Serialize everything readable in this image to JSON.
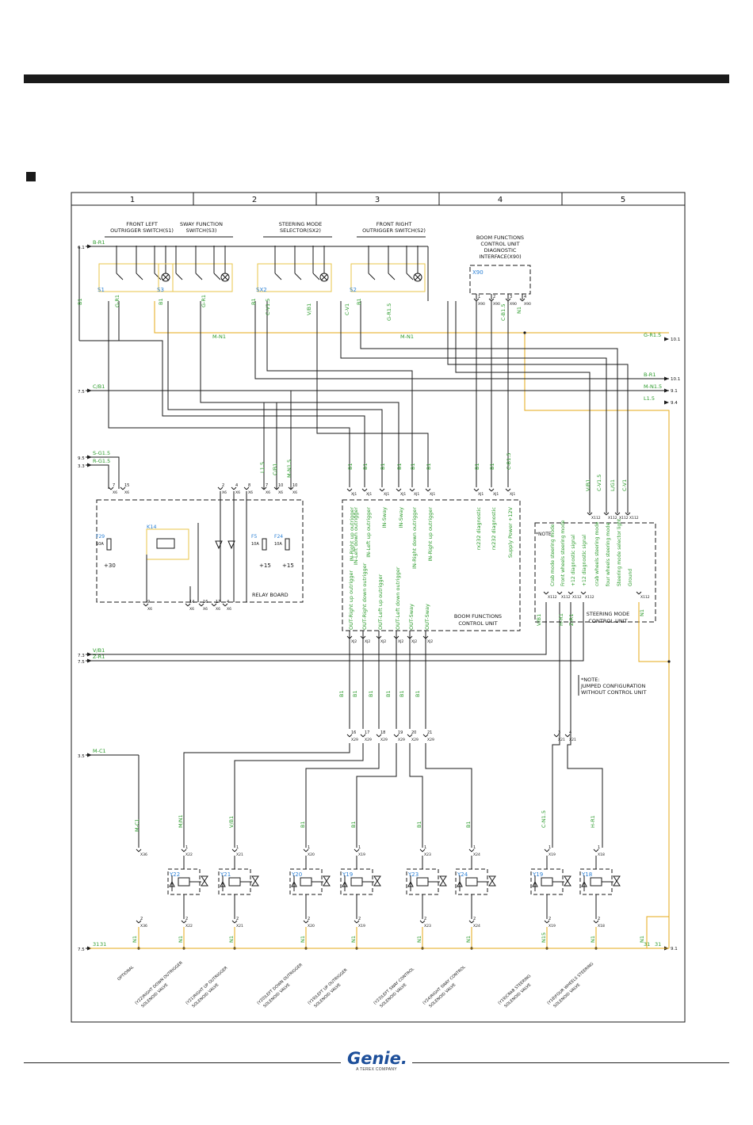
{
  "grid": {
    "columns": [
      "1",
      "2",
      "3",
      "4",
      "5"
    ]
  },
  "switches": [
    {
      "title1": "FRONT LEFT",
      "title2": "OUTRIGGER SWITCH(S1)",
      "tag": "S1"
    },
    {
      "title1": "SWAY FUNCTION",
      "title2": "SWITCH(S3)",
      "tag": "S3"
    },
    {
      "title1": "STEERING MODE",
      "title2": "SELECTOR(SX2)",
      "tag": "SX2"
    },
    {
      "title1": "FRONT RIGHT",
      "title2": "OUTRIGGER SWITCH(S2)",
      "tag": "S2"
    }
  ],
  "diag": {
    "l1": "BOOM FUNCTIONS",
    "l2": "CONTROL UNIT",
    "l3": "DIAGNOSTIC",
    "l4": "INTERFACE(X90)",
    "tag": "X90",
    "pins": [
      "1",
      "2",
      "3",
      "4"
    ],
    "conn": "X90"
  },
  "left_refs": [
    {
      "ref": "6.1",
      "wire": "B-R1"
    },
    {
      "ref": "7.5",
      "wire": "C/B1"
    },
    {
      "ref": "9.5",
      "wire": "S-G1.5"
    },
    {
      "ref": "3.3",
      "wire": "R-G1.5"
    },
    {
      "ref": "7.3",
      "wire": "V/B1"
    },
    {
      "ref": "7.5",
      "wire": "Z-R1"
    },
    {
      "ref": "3.5",
      "wire": "M-C1"
    },
    {
      "ref": "7.5",
      "wire": "31"
    }
  ],
  "right_refs": [
    {
      "ref": "10.1",
      "wire": "G-R1.5"
    },
    {
      "ref": "10.1",
      "wire": "B-R1"
    },
    {
      "ref": "9.1",
      "wire": "M-N1.5"
    },
    {
      "ref": "9.4",
      "wire": "L1.5"
    },
    {
      "ref": "9.1",
      "wire": "31"
    }
  ],
  "wire_labels": [
    "B1",
    "G-R1",
    "B1",
    "G-R1",
    "B1",
    "C-V1.5",
    "V/B1",
    "C-V1",
    "B1",
    "G-R1.5",
    "C-B1.5",
    "N1",
    "M-N1",
    "M-N1",
    "L1.5",
    "C/B1",
    "M-N1.5",
    "B1",
    "B1",
    "B1",
    "B1",
    "B1",
    "B1",
    "B1",
    "B1",
    "C-B1.5",
    "V/B1",
    "C-V1.5",
    "L/G1",
    "C-V1",
    "N1",
    "V/B1",
    "H-R1",
    "Z-R1",
    "B1",
    "B1",
    "B1",
    "B1",
    "M-C1",
    "M/N1",
    "V/B1",
    "B1",
    "B1",
    "B1",
    "B1",
    "C-N1.5",
    "H-R1",
    "N1",
    "N1",
    "N1",
    "N1",
    "N1",
    "N1",
    "N1",
    "N15",
    "N1",
    "N1",
    "31",
    "31",
    "L/G1",
    "L1.5"
  ],
  "relay_board": {
    "label": "RELAY BOARD",
    "relay": "K14",
    "fuses": [
      {
        "tag": "F29",
        "rating": "10A",
        "out": "+30"
      },
      {
        "tag": "F5",
        "rating": "10A",
        "out": "+15"
      },
      {
        "tag": "F24",
        "rating": "10A",
        "out": "+15"
      }
    ]
  },
  "boom_unit": {
    "l1": "BOOM FUNCTIONS",
    "l2": "CONTROL UNIT",
    "inputs": [
      "IN-Right up outrigger",
      "IN-Left down outrigger",
      "IN-Left up outrigger",
      "IN-Sway",
      "IN-Sway",
      "IN-Right down outrigger",
      "IN-Right up outrigger",
      "rx232 diagnostic",
      "rx232 diagnostic",
      "Supply Power +12V"
    ],
    "outputs": [
      "OUT-Right up outrigger",
      "OUT-Right down outrigger",
      "OUT-Left up outrigger",
      "OUT-Left down outrigger",
      "OUT-Sway",
      "OUT-Sway"
    ]
  },
  "steer_unit": {
    "l1": "STEERING MODE",
    "l2": "CONTROL UNIT",
    "note": "*NOTE",
    "signals": [
      "Crab mode steering mode",
      "Front wheels steering mode",
      "+12 diagnostic signal",
      "+12 diagnostic signal",
      "crab wheels steering mode",
      "four wheels steering mode",
      "Steering mode selector light",
      "Ground"
    ]
  },
  "jump_note": {
    "l1": "*NOTE:",
    "l2": "JUMPED CONFIGURATION",
    "l3": "WITHOUT CONTROL UNIT"
  },
  "valves": [
    {
      "tag": "Y22",
      "desc1": "(Y22)RIGHT DOWN OUTRIGGER",
      "desc2": "SOLENOID VALVE",
      "conn": "X22"
    },
    {
      "tag": "Y21",
      "desc1": "(Y21)RIGHT UP OUTRIGGER",
      "desc2": "SOLENOID VALVE",
      "conn": "X21"
    },
    {
      "tag": "Y20",
      "desc1": "(Y20)LEFT DOWN OUTRIGGER",
      "desc2": "SOLENOID VALVE",
      "conn": "X20"
    },
    {
      "tag": "Y19",
      "desc1": "(Y19)LEFT UP OUTRIGGER",
      "desc2": "SOLENOID VALVE",
      "conn": "X19"
    },
    {
      "tag": "Y23",
      "desc1": "(Y23)LEFT SWAY CONTROL",
      "desc2": "SOLENOID VALVE",
      "conn": "X23"
    },
    {
      "tag": "Y24",
      "desc1": "(Y24)RIGHT SWAY CONTROL",
      "desc2": "SOLENOID VALVE",
      "conn": "X24"
    },
    {
      "tag": "Y19",
      "desc1": "(Y19)CRAB STEERING",
      "desc2": "SOLENOID VALVE",
      "conn": "X19"
    },
    {
      "tag": "Y18",
      "desc1": "(Y18)FOUR WHEELS STEERING",
      "desc2": "SOLENOID VALVE",
      "conn": "X18"
    }
  ],
  "optional": {
    "label": "OPTIONAL",
    "conn": "X36"
  },
  "logo": {
    "brand": "Genie.",
    "sub": "A TEREX COMPANY"
  },
  "colors": {
    "wire": "#1a1a1a",
    "ground": "#e6a817",
    "label": "#2a9a2a",
    "tag": "#2a7fd4",
    "component": "#e8c64a"
  }
}
